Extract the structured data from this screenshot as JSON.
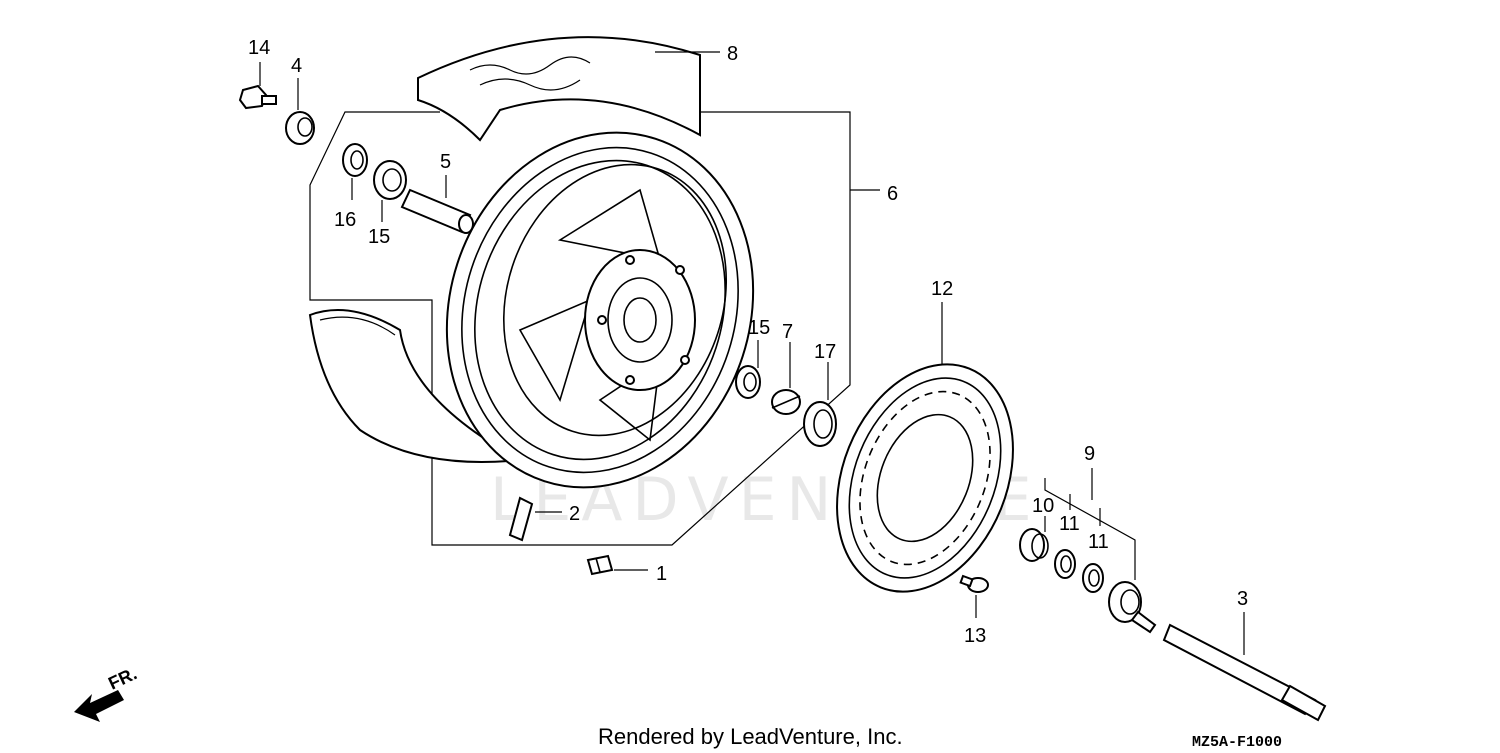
{
  "callouts": [
    {
      "id": "c14",
      "text": "14"
    },
    {
      "id": "c4",
      "text": "4"
    },
    {
      "id": "c8",
      "text": "8"
    },
    {
      "id": "c5",
      "text": "5"
    },
    {
      "id": "c16",
      "text": "16"
    },
    {
      "id": "c15a",
      "text": "15"
    },
    {
      "id": "c6",
      "text": "6"
    },
    {
      "id": "c12",
      "text": "12"
    },
    {
      "id": "c15b",
      "text": "15"
    },
    {
      "id": "c7",
      "text": "7"
    },
    {
      "id": "c17",
      "text": "17"
    },
    {
      "id": "c9",
      "text": "9"
    },
    {
      "id": "c10",
      "text": "10"
    },
    {
      "id": "c11a",
      "text": "11"
    },
    {
      "id": "c11b",
      "text": "11"
    },
    {
      "id": "c2",
      "text": "2"
    },
    {
      "id": "c1",
      "text": "1"
    },
    {
      "id": "c13",
      "text": "13"
    },
    {
      "id": "c3",
      "text": "3"
    }
  ],
  "direction_marker": "FR.",
  "watermark": "LEADVENTURE",
  "credit": "Rendered by LeadVenture, Inc.",
  "diagram_code": "MZ5A-F1000"
}
